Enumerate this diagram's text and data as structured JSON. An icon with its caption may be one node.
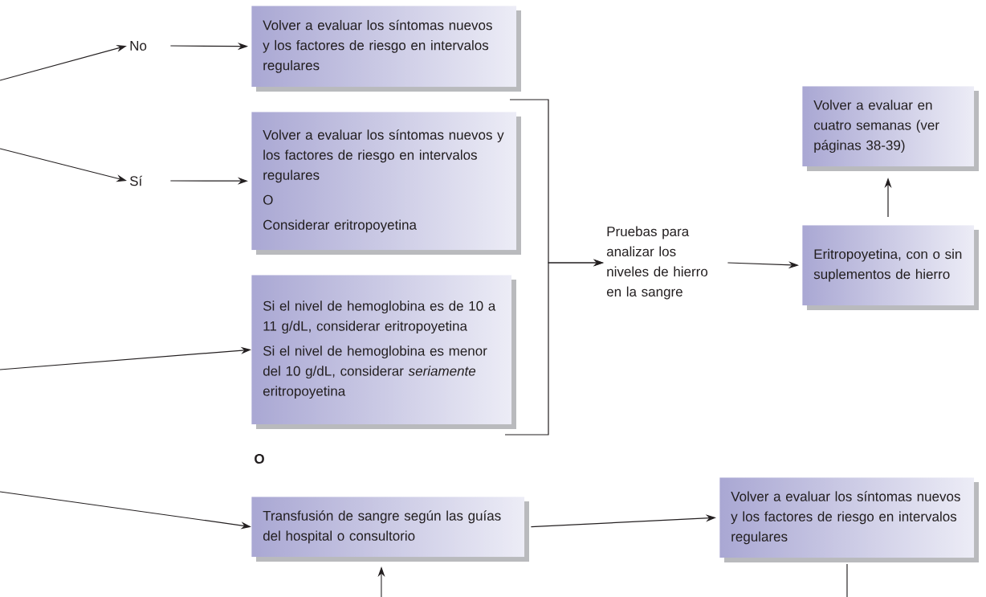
{
  "diagram": {
    "nodes": [
      {
        "text": [
          "No"
        ]
      },
      {
        "text": [
          "Sí"
        ]
      },
      {
        "text": [
          "Volver a evaluar los síntomas nuevos y los factores de riesgo en intervalos regulares"
        ]
      },
      {
        "text": [
          "Volver a evaluar los síntomas nuevos y los factores de riesgo en intervalos regulares",
          "O",
          "Considerar eritropoyetina"
        ]
      },
      {
        "text": [
          "Si el nivel de hemoglobina es de 10 a 11 g/dL, considerar eritropoyetina",
          "Si el nivel de hemoglobina es menor del 10 g/dL, considerar *seriamente* eritropoyetina"
        ]
      },
      {
        "text": [
          "Pruebas para analizar los niveles de hierro en la sangre"
        ]
      },
      {
        "text": [
          "Eritropoyetina, con o sin suplementos de hierro"
        ]
      },
      {
        "text": [
          "Volver a evaluar en cuatro semanas (ver páginas 38-39)"
        ]
      },
      {
        "text": [
          "Transfusión de sangre según las guías del hospital o consultorio"
        ]
      },
      {
        "text": [
          "Volver a evaluar los síntomas nuevos y los factores de riesgo en intervalos regulares"
        ]
      }
    ],
    "edges": [
      {
        "from": null,
        "to": 0,
        "arrow": "to"
      },
      {
        "from": null,
        "to": 1,
        "arrow": "to"
      },
      {
        "from": 0,
        "to": 2,
        "arrow": "to"
      },
      {
        "from": 1,
        "to": 3,
        "arrow": "to"
      },
      {
        "from": null,
        "to": 4,
        "arrow": "to"
      },
      {
        "from": null,
        "to": 8,
        "arrow": "to"
      },
      {
        "from": 3,
        "to": 5,
        "arrow": "to"
      },
      {
        "from": 4,
        "to": 5,
        "arrow": "to"
      },
      {
        "from": 5,
        "to": 6,
        "arrow": "to"
      },
      {
        "from": 6,
        "to": 7,
        "arrow": "to"
      },
      {
        "from": 8,
        "to": 9,
        "arrow": "to"
      },
      {
        "from": null,
        "to": 8,
        "arrow": "to"
      },
      {
        "from": 9,
        "to": null,
        "arrow": "none"
      }
    ],
    "labels": [
      "O"
    ]
  }
}
